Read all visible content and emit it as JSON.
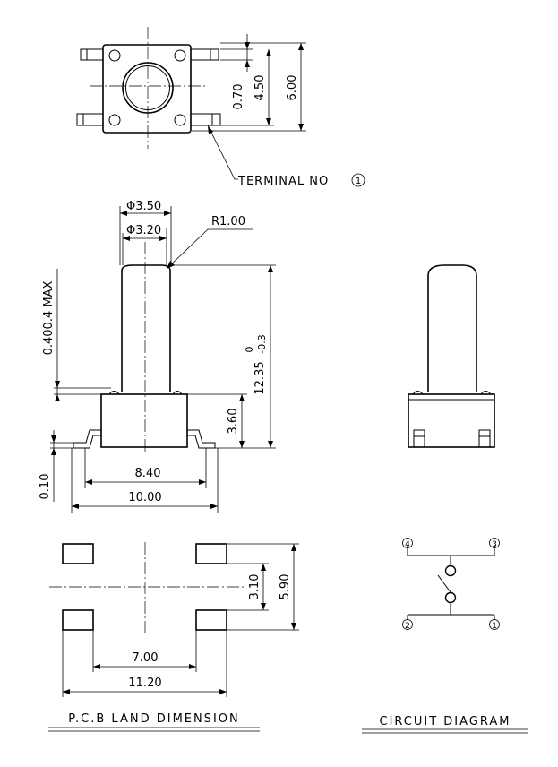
{
  "top_view": {
    "dim_terminal_gap": "0.70",
    "dim_pitch_short": "4.50",
    "dim_body_width": "6.00",
    "terminal_label": "TERMINAL NO",
    "terminal_marker": "1"
  },
  "front_view": {
    "dim_outer_dia": "Φ3.50",
    "dim_inner_dia": "Φ3.20",
    "dim_radius": "R1.00",
    "dim_gap": "0.400.4 MAX",
    "dim_height_nominal": "12.35",
    "dim_height_tol_upper": "0",
    "dim_height_tol_lower": "-0.3",
    "dim_body_height": "3.60",
    "dim_lead_thick": "0.10",
    "dim_body_length": "8.40",
    "dim_total_length": "10.00"
  },
  "pcb_land": {
    "dim_pad_inner_gap": "3.10",
    "dim_pad_outer_span": "5.90",
    "dim_pad_pitch_inner": "7.00",
    "dim_pad_pitch_outer": "11.20",
    "caption": "P.C.B LAND DIMENSION"
  },
  "circuit": {
    "caption": "CIRCUIT DIAGRAM",
    "pins": [
      "4",
      "3",
      "2",
      "1"
    ]
  }
}
